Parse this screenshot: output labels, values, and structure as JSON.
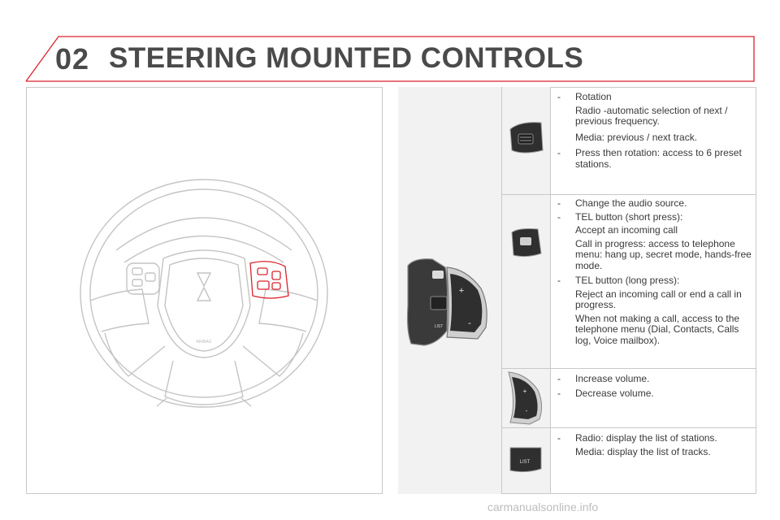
{
  "header": {
    "chapter": "02",
    "title": "STEERING MOUNTED CONTROLS",
    "accent": "#d9232e"
  },
  "wheel": {
    "airbag_label": "AIRBAG",
    "highlight": "#d9232e"
  },
  "controls": {
    "big_list_label": "LIST",
    "small_list_label": "LIST"
  },
  "rows": [
    {
      "items": [
        {
          "dash": "-",
          "text": "Rotation"
        },
        {
          "sub": "Radio -automatic selection of next / previous frequency."
        },
        {
          "sub": "Media: previous / next track."
        },
        {
          "dash": "-",
          "text": "Press then rotation: access to 6 preset stations."
        }
      ]
    },
    {
      "items": [
        {
          "dash": "-",
          "text": "Change the audio source."
        },
        {
          "dash": "-",
          "text": "TEL button (short press):"
        },
        {
          "sub": "Accept an incoming call"
        },
        {
          "sub": "Call in progress: access to telephone menu: hang up, secret mode, hands-free mode."
        },
        {
          "dash": "-",
          "text": "TEL button (long press):"
        },
        {
          "sub": "Reject an incoming call or end a call in progress."
        },
        {
          "sub": "When not making a call, access to the telephone menu (Dial, Contacts, Calls log, Voice mailbox)."
        }
      ]
    },
    {
      "items": [
        {
          "dash": "-",
          "text": "Increase volume."
        },
        {
          "dash": "-",
          "text": "Decrease volume."
        }
      ]
    },
    {
      "items": [
        {
          "dash": "-",
          "text": "Radio: display the list of stations."
        },
        {
          "sub": "Media: display the list of tracks."
        }
      ]
    }
  ],
  "footer": "carmanualsonline.info"
}
